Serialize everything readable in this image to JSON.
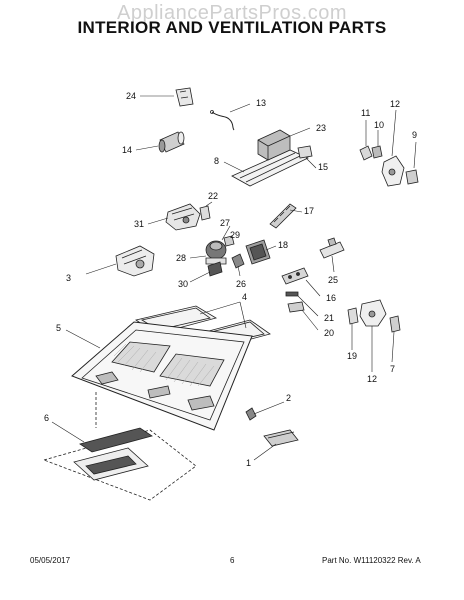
{
  "header": {
    "watermark": "AppliancePartsPros.com",
    "title": "INTERIOR AND VENTILATION PARTS"
  },
  "callouts": [
    "24",
    "13",
    "23",
    "14",
    "8",
    "15",
    "11",
    "10",
    "12",
    "9",
    "22",
    "17",
    "31",
    "27",
    "29",
    "18",
    "28",
    "3",
    "26",
    "30",
    "25",
    "16",
    "21",
    "20",
    "19",
    "12",
    "7",
    "4",
    "5",
    "2",
    "6",
    "1"
  ],
  "footer": {
    "date": "05/05/2017",
    "page": "6",
    "part_number": "Part No. W11120322  Rev. A"
  }
}
